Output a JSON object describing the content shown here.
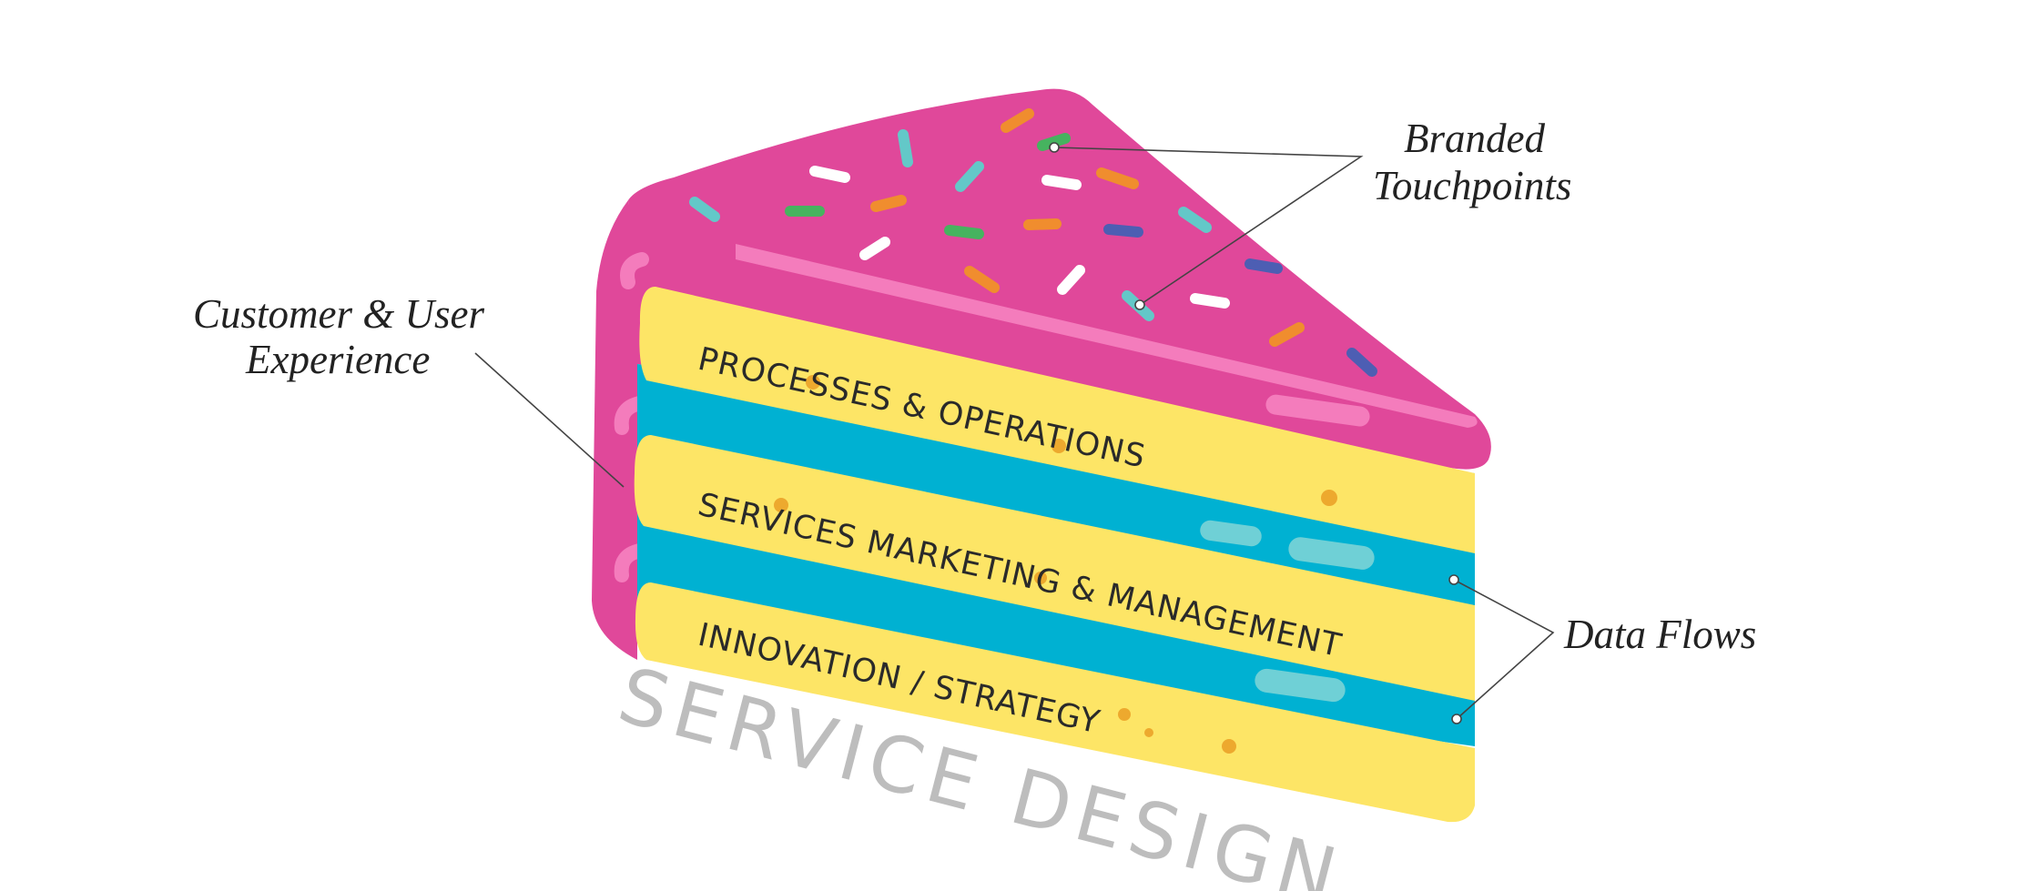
{
  "colors": {
    "frosting": "#e0489a",
    "frosting_highlight": "#f47cbc",
    "sponge": "#fde566",
    "filling": "#00b1d2",
    "filling_highlight": "#6fd0d6",
    "speck": "#eda92e",
    "title": "#bdbdbd",
    "text": "#2a2a2a",
    "sprinkles": [
      "#f08d2e",
      "#46b35f",
      "#63c8c8",
      "#ffffff",
      "#4d5eb3"
    ]
  },
  "layers": [
    {
      "label": "PROCESSES & OPERATIONS"
    },
    {
      "label": "SERVICES MARKETING & MANAGEMENT"
    },
    {
      "label": "INNOVATION / STRATEGY"
    }
  ],
  "title": "SERVICE DESIGN",
  "annotations": {
    "branded_touchpoints": {
      "line1": "Branded",
      "line2": "Touchpoints"
    },
    "customer_experience": {
      "line1": "Customer & User",
      "line2": "Experience"
    },
    "data_flows": {
      "line1": "Data Flows"
    }
  }
}
